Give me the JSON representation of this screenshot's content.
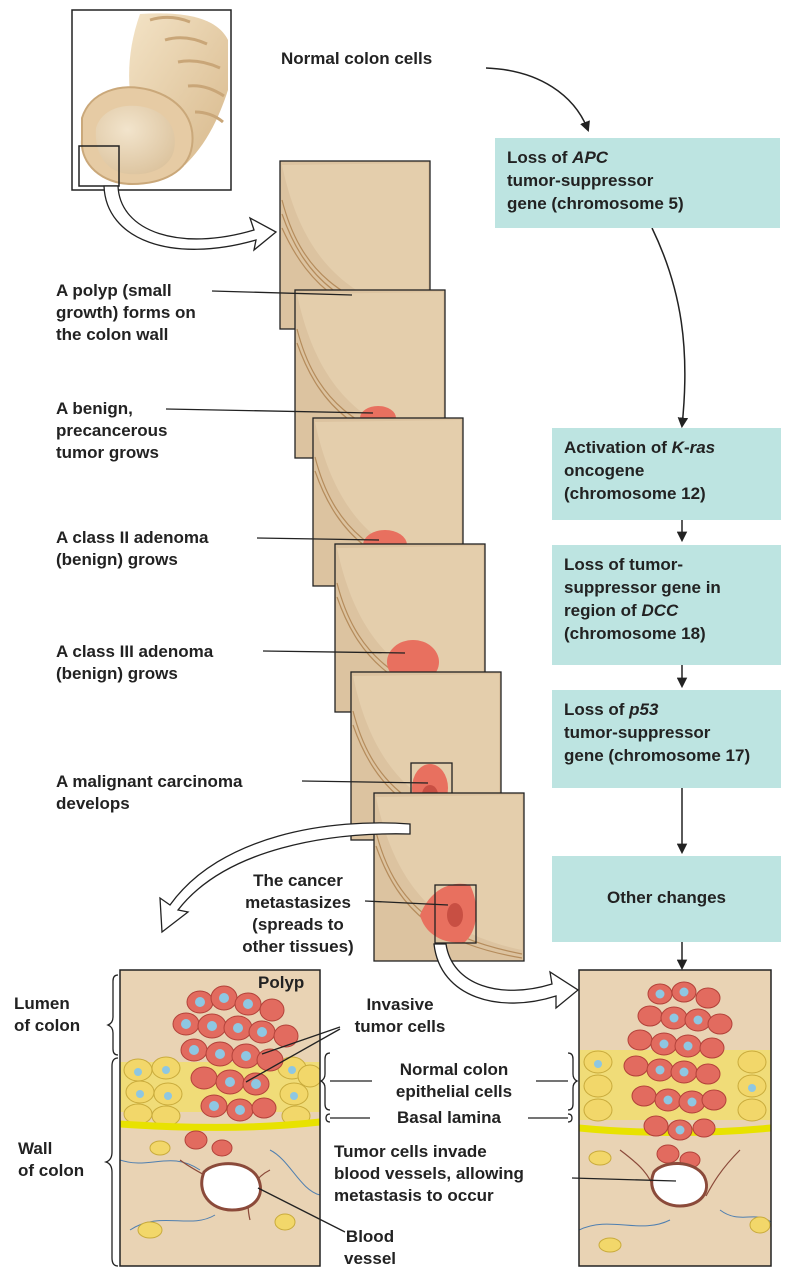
{
  "pathway": {
    "start": "Normal colon cells",
    "steps": [
      {
        "pre": "Loss of ",
        "gene": "APC",
        "l2": "tumor-suppressor",
        "l3": "gene (chromosome 5)"
      },
      {
        "pre": "Activation of ",
        "gene": "K-ras",
        "l2": "oncogene",
        "l3": "(chromosome 12)"
      },
      {
        "l1": "Loss of tumor-",
        "l2": "suppressor gene in",
        "l3pre": "region of ",
        "gene": "DCC",
        "l4": "(chromosome 18)"
      },
      {
        "pre": "Loss of ",
        "gene": "p53",
        "l2": "tumor-suppressor",
        "l3": "gene (chromosome 17)"
      },
      {
        "l1": "Other changes"
      }
    ]
  },
  "stages": [
    {
      "l1": "A polyp (small",
      "l2": "growth) forms on",
      "l3": "the colon wall"
    },
    {
      "l1": "A benign,",
      "l2": "precancerous",
      "l3": "tumor grows"
    },
    {
      "l1": "A class II adenoma",
      "l2": "(benign) grows"
    },
    {
      "l1": "A class III adenoma",
      "l2": "(benign) grows"
    },
    {
      "l1": "A malignant carcinoma",
      "l2": "develops"
    },
    {
      "l1": "The cancer",
      "l2": "metastasizes",
      "l3": "(spreads to",
      "l4": "other tissues)"
    }
  ],
  "tissue": {
    "polyp": "Polyp",
    "lumen_l1": "Lumen",
    "lumen_l2": "of colon",
    "wall_l1": "Wall",
    "wall_l2": "of colon",
    "invasive_l1": "Invasive",
    "invasive_l2": "tumor cells",
    "normal_l1": "Normal colon",
    "normal_l2": "epithelial cells",
    "basal": "Basal lamina",
    "invade_l1": "Tumor cells invade",
    "invade_l2": "blood vessels, allowing",
    "invade_l3": "metastasis to occur",
    "vessel_l1": "Blood",
    "vessel_l2": "vessel"
  },
  "colors": {
    "box_fill": "#bde4e1",
    "tissue_tan": "#e9d3b4",
    "tumor_red": "#e8705f",
    "cell_yellow": "#f0dc78",
    "nucleus_blue": "#8ec7e2",
    "basal_yellow": "#f2e200"
  }
}
